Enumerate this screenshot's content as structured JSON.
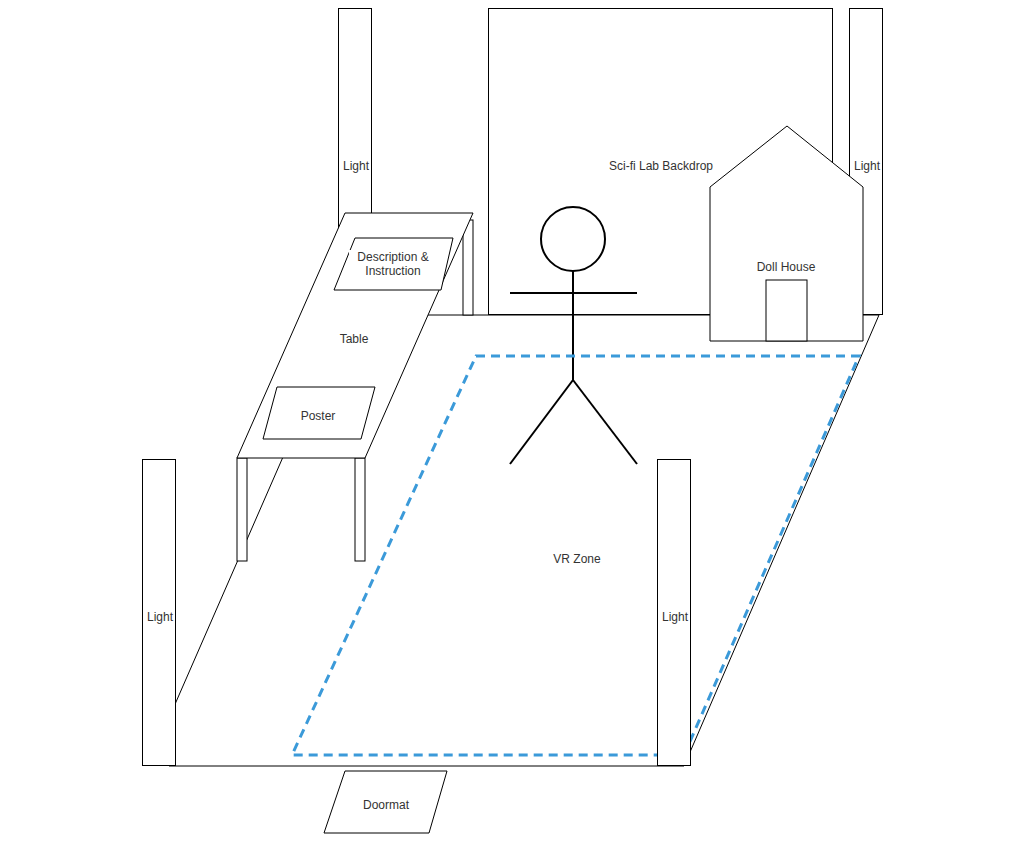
{
  "diagram": {
    "nodes": [
      {
        "text": [
          "Light"
        ]
      },
      {
        "text": [
          "Sci-fi Lab Backdrop"
        ]
      },
      {
        "text": [
          "Light"
        ]
      },
      {
        "text": [
          "Table"
        ]
      },
      {
        "text": [
          "Description & Instruction"
        ],
        "in": 3
      },
      {
        "text": [
          "Poster"
        ],
        "in": 3
      },
      {
        "text": [
          "Doll House"
        ]
      },
      {
        "text": [
          "VR Zone"
        ]
      },
      {
        "text": [
          "Light"
        ]
      },
      {
        "text": [
          "Light"
        ]
      },
      {
        "text": [
          "Doormat"
        ]
      }
    ]
  }
}
